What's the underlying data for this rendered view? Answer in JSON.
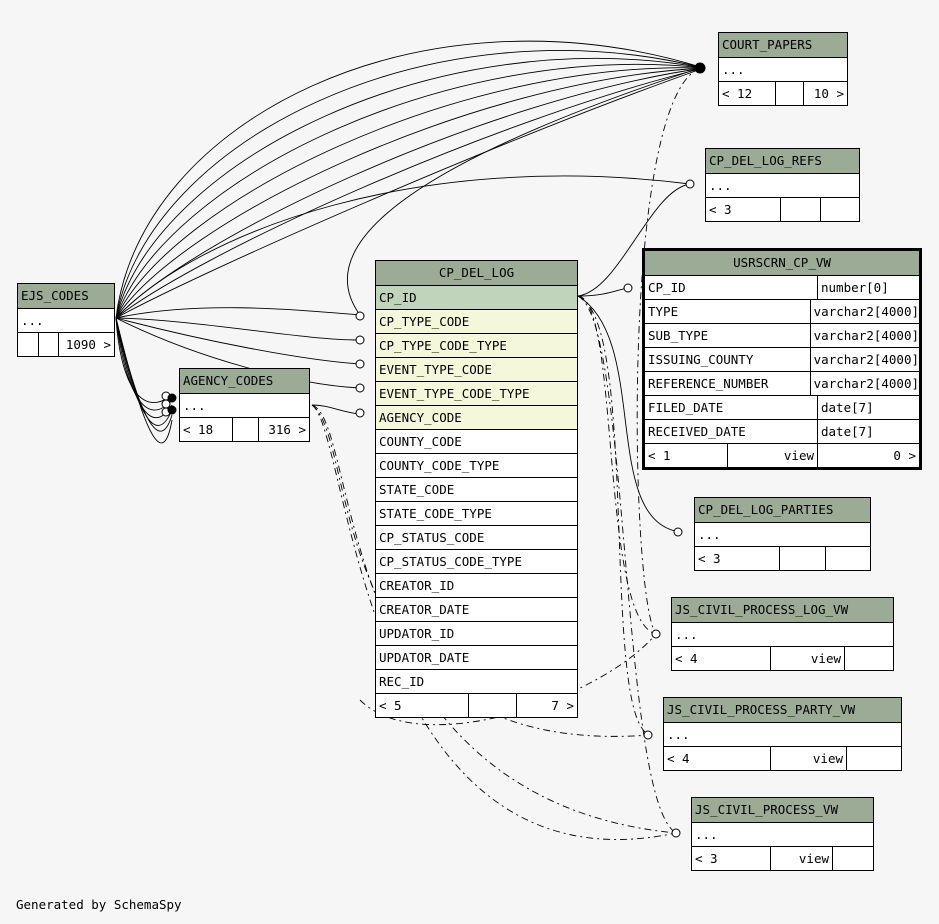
{
  "footer": {
    "generated": "Generated by SchemaSpy"
  },
  "tables": {
    "court_papers": {
      "name": "COURT_PAPERS",
      "ellipsis": "...",
      "left": "< 12",
      "mid": "",
      "right": "10 >"
    },
    "cp_del_log_refs": {
      "name": "CP_DEL_LOG_REFS",
      "ellipsis": "...",
      "left": "< 3",
      "mid": "",
      "right": ""
    },
    "ejs_codes": {
      "name": "EJS_CODES",
      "ellipsis": "...",
      "left": "",
      "mid": "",
      "right": "1090 >"
    },
    "agency_codes": {
      "name": "AGENCY_CODES",
      "ellipsis": "...",
      "left": "< 18",
      "mid": "",
      "right": "316 >"
    },
    "cp_del_log": {
      "name": "CP_DEL_LOG",
      "pk": "CP_ID",
      "fks": [
        "CP_TYPE_CODE",
        "CP_TYPE_CODE_TYPE",
        "EVENT_TYPE_CODE",
        "EVENT_TYPE_CODE_TYPE",
        "AGENCY_CODE"
      ],
      "cols": [
        "COUNTY_CODE",
        "COUNTY_CODE_TYPE",
        "STATE_CODE",
        "STATE_CODE_TYPE",
        "CP_STATUS_CODE",
        "CP_STATUS_CODE_TYPE",
        "CREATOR_ID",
        "CREATOR_DATE",
        "UPDATOR_ID",
        "UPDATOR_DATE",
        "REC_ID"
      ],
      "left": "< 5",
      "mid": "",
      "right": "7 >"
    },
    "usrscrn_cp_vw": {
      "name": "USRSCRN_CP_VW",
      "cols": [
        {
          "name": "CP_ID",
          "type": "number[0]"
        },
        {
          "name": "TYPE",
          "type": "varchar2[4000]"
        },
        {
          "name": "SUB_TYPE",
          "type": "varchar2[4000]"
        },
        {
          "name": "ISSUING_COUNTY",
          "type": "varchar2[4000]"
        },
        {
          "name": "REFERENCE_NUMBER",
          "type": "varchar2[4000]"
        },
        {
          "name": "FILED_DATE",
          "type": "date[7]"
        },
        {
          "name": "RECEIVED_DATE",
          "type": "date[7]"
        }
      ],
      "left": "< 1",
      "mid": "view",
      "right": "0 >"
    },
    "cp_del_log_parties": {
      "name": "CP_DEL_LOG_PARTIES",
      "ellipsis": "...",
      "left": "< 3",
      "mid": "",
      "right": ""
    },
    "js_civil_process_log_vw": {
      "name": "JS_CIVIL_PROCESS_LOG_VW",
      "ellipsis": "...",
      "left": "< 4",
      "mid": "view",
      "right": ""
    },
    "js_civil_process_party_vw": {
      "name": "JS_CIVIL_PROCESS_PARTY_VW",
      "ellipsis": "...",
      "left": "< 4",
      "mid": "view",
      "right": ""
    },
    "js_civil_process_vw": {
      "name": "JS_CIVIL_PROCESS_VW",
      "ellipsis": "...",
      "left": "< 3",
      "mid": "view",
      "right": ""
    }
  }
}
